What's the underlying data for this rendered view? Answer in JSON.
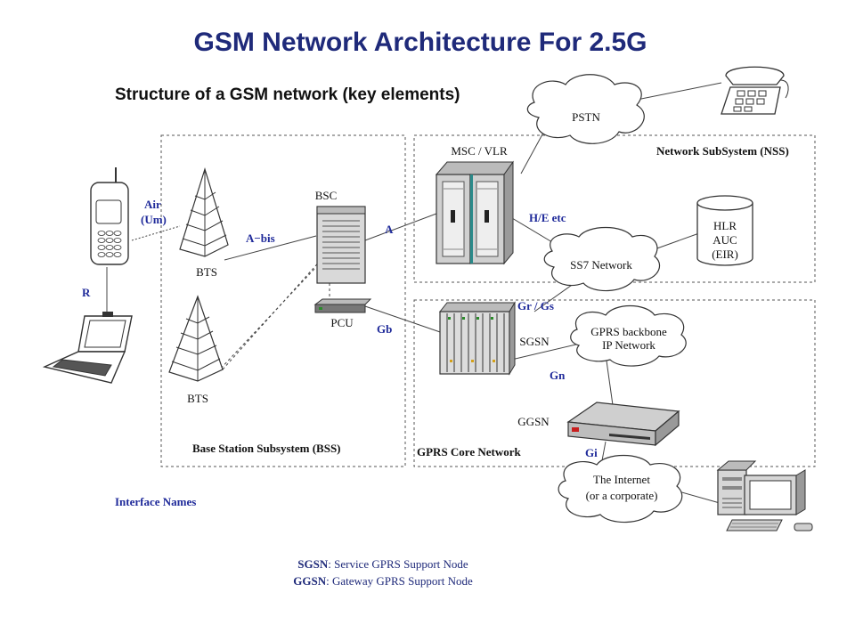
{
  "title": "GSM Network Architecture For 2.5G",
  "subtitle": "Structure of a GSM network (key elements)",
  "regions": {
    "bss": "Base Station Subsystem (BSS)",
    "nss": "Network SubSystem (NSS)",
    "gprs": "GPRS Core Network"
  },
  "nodes": {
    "pstn": "PSTN",
    "msc_vlr": "MSC / VLR",
    "bsc": "BSC",
    "bts_top": "BTS",
    "bts_bottom": "BTS",
    "pcu": "PCU",
    "ss7": "SS7 Network",
    "hlr": [
      "HLR",
      "AUC",
      "(EIR)"
    ],
    "sgsn": "SGSN",
    "gprs_backbone": [
      "GPRS backbone",
      "IP Network"
    ],
    "ggsn": "GGSN",
    "internet": [
      "The Internet",
      "(or a corporate)"
    ]
  },
  "interfaces": {
    "air": [
      "Air",
      "(Um)"
    ],
    "r": "R",
    "abis": "A−bis",
    "a": "A",
    "he": "H/E etc",
    "gr_gs": "Gr / Gs",
    "gb": "Gb",
    "gn": "Gn",
    "gi": "Gi",
    "heading": "Interface Names"
  },
  "legend": [
    {
      "term": "SGSN",
      "desc": ": Service GPRS Support Node"
    },
    {
      "term": "GGSN",
      "desc": ": Gateway GPRS Support Node"
    }
  ],
  "icons": [
    "telephone-icon",
    "mobile-phone-icon",
    "laptop-icon",
    "desktop-computer-icon",
    "server-rack-icon",
    "router-icon",
    "database-icon",
    "antenna-tower-icon"
  ]
}
